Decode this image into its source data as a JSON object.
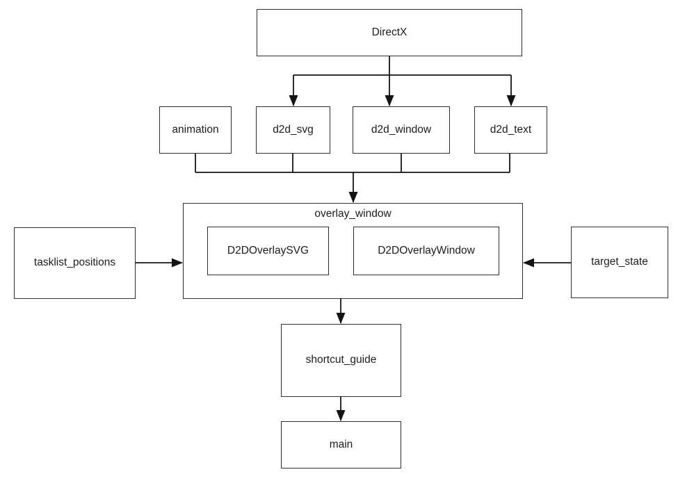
{
  "diagram": {
    "background_color": "#ffffff",
    "line_color": "#141414",
    "box_border_color": "#2e2e2e",
    "box_fill_color": "#ffffff",
    "text_color": "#1c1c1c",
    "nodes": {
      "directx": {
        "label": "DirectX"
      },
      "animation": {
        "label": "animation"
      },
      "d2d_svg": {
        "label": "d2d_svg"
      },
      "d2d_window": {
        "label": "d2d_window"
      },
      "d2d_text": {
        "label": "d2d_text"
      },
      "overlay_window": {
        "label": "overlay_window"
      },
      "d2d_overlay_svg": {
        "label": "D2DOverlaySVG"
      },
      "d2d_overlay_window": {
        "label": "D2DOverlayWindow"
      },
      "tasklist_positions": {
        "label": "tasklist_positions"
      },
      "target_state": {
        "label": "target_state"
      },
      "shortcut_guide": {
        "label": "shortcut_guide"
      },
      "main": {
        "label": "main"
      }
    },
    "edges": [
      {
        "from": "DirectX",
        "to": "d2d_svg"
      },
      {
        "from": "DirectX",
        "to": "d2d_window"
      },
      {
        "from": "DirectX",
        "to": "d2d_text"
      },
      {
        "from": "animation",
        "to": "overlay_window"
      },
      {
        "from": "d2d_svg",
        "to": "overlay_window"
      },
      {
        "from": "d2d_window",
        "to": "overlay_window"
      },
      {
        "from": "d2d_text",
        "to": "overlay_window"
      },
      {
        "from": "tasklist_positions",
        "to": "overlay_window"
      },
      {
        "from": "target_state",
        "to": "overlay_window"
      },
      {
        "from": "overlay_window",
        "to": "shortcut_guide"
      },
      {
        "from": "shortcut_guide",
        "to": "main"
      }
    ]
  }
}
